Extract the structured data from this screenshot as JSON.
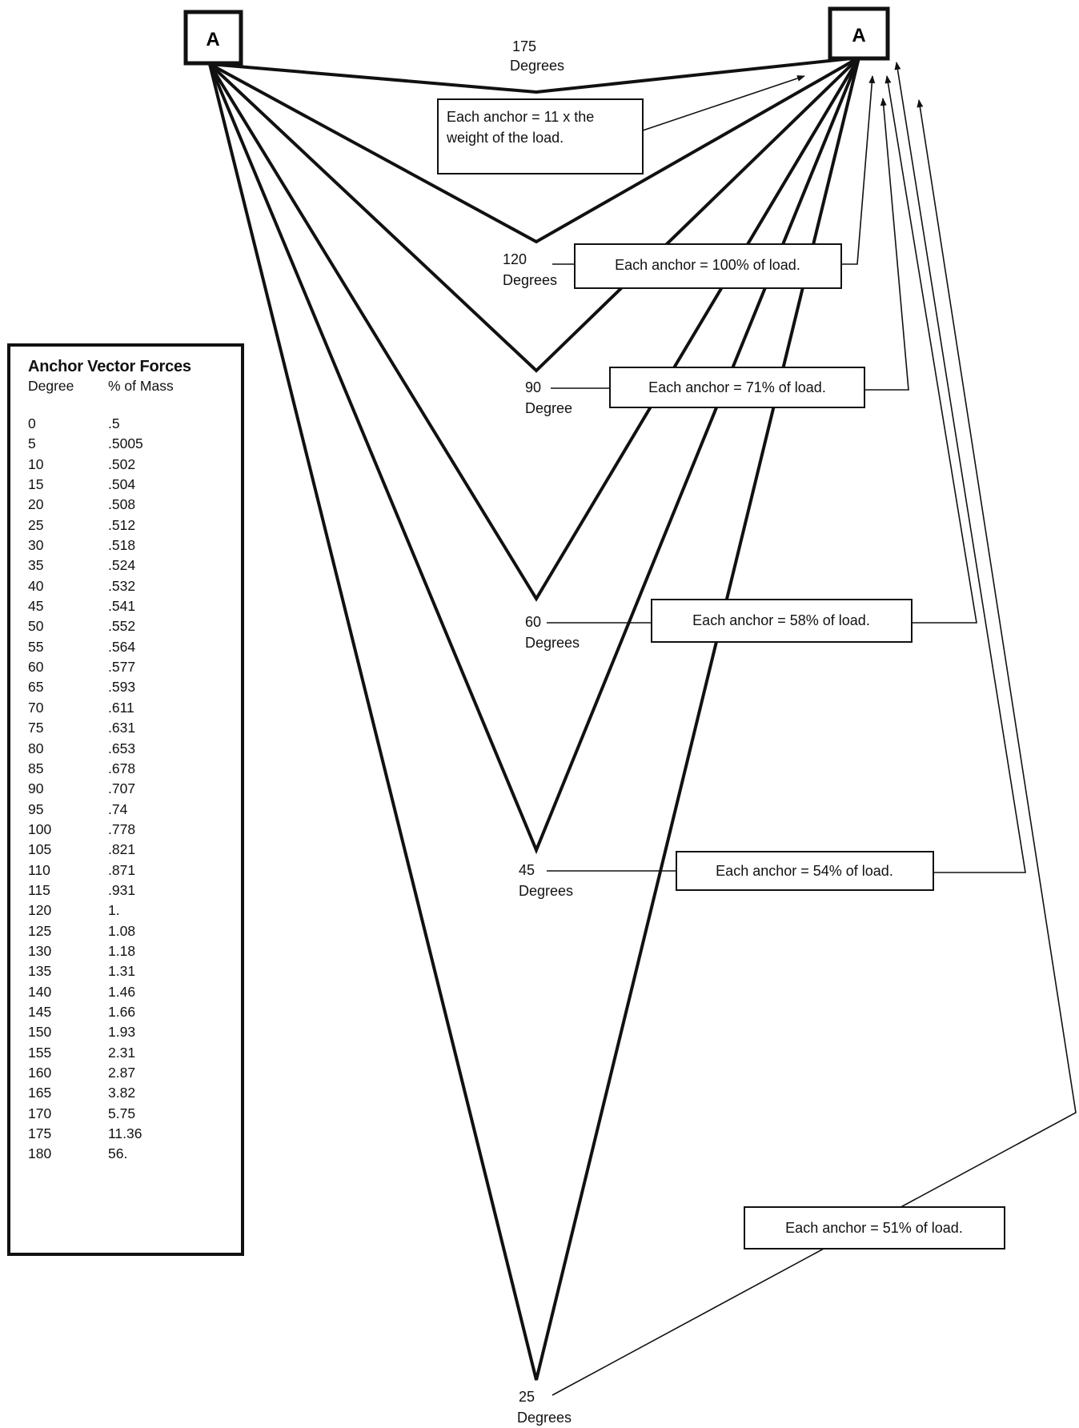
{
  "anchors": {
    "left_label": "A",
    "right_label": "A"
  },
  "angles": [
    {
      "value": "175",
      "unit": "Degrees",
      "note": "Each anchor = 11 x the weight of the load."
    },
    {
      "value": "120",
      "unit": "Degrees",
      "note": "Each anchor = 100% of load."
    },
    {
      "value": "90",
      "unit": "Degree",
      "note": "Each anchor = 71% of load."
    },
    {
      "value": "60",
      "unit": "Degrees",
      "note": "Each anchor = 58% of load."
    },
    {
      "value": "45",
      "unit": "Degrees",
      "note": "Each anchor = 54% of load."
    },
    {
      "value": "25",
      "unit": "Degrees",
      "note": "Each anchor = 51% of load."
    }
  ],
  "table": {
    "title": "Anchor Vector Forces",
    "col_degree": "Degree",
    "col_mass": "% of Mass",
    "rows": [
      [
        "0",
        ".5"
      ],
      [
        "5",
        ".5005"
      ],
      [
        "10",
        ".502"
      ],
      [
        "15",
        ".504"
      ],
      [
        "20",
        ".508"
      ],
      [
        "25",
        ".512"
      ],
      [
        "30",
        ".518"
      ],
      [
        "35",
        ".524"
      ],
      [
        "40",
        ".532"
      ],
      [
        "45",
        ".541"
      ],
      [
        "50",
        ".552"
      ],
      [
        "55",
        ".564"
      ],
      [
        "60",
        ".577"
      ],
      [
        "65",
        ".593"
      ],
      [
        "70",
        ".611"
      ],
      [
        "75",
        ".631"
      ],
      [
        "80",
        ".653"
      ],
      [
        "85",
        ".678"
      ],
      [
        "90",
        ".707"
      ],
      [
        "95",
        ".74"
      ],
      [
        "100",
        ".778"
      ],
      [
        "105",
        ".821"
      ],
      [
        "110",
        ".871"
      ],
      [
        "115",
        ".931"
      ],
      [
        "120",
        "1."
      ],
      [
        "125",
        "1.08"
      ],
      [
        "130",
        "1.18"
      ],
      [
        "135",
        "1.31"
      ],
      [
        "140",
        "1.46"
      ],
      [
        "145",
        "1.66"
      ],
      [
        "150",
        "1.93"
      ],
      [
        "155",
        "2.31"
      ],
      [
        "160",
        "2.87"
      ],
      [
        "165",
        "3.82"
      ],
      [
        "170",
        "5.75"
      ],
      [
        "175",
        "11.36"
      ],
      [
        "180",
        "56."
      ]
    ]
  }
}
